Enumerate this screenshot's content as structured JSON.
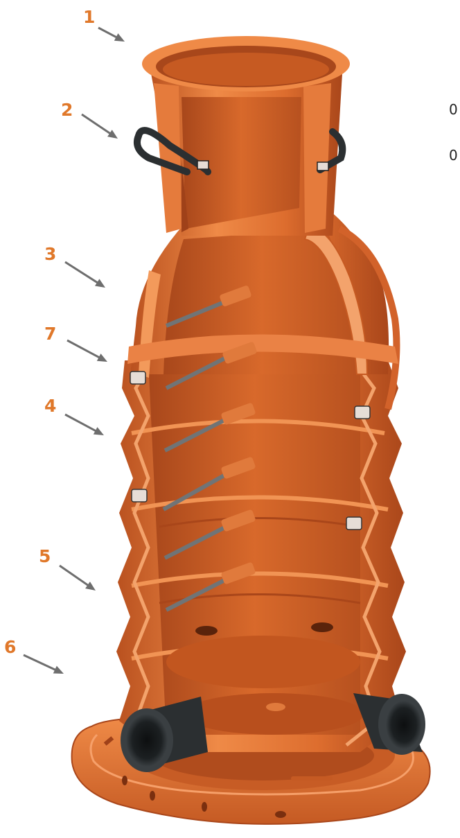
{
  "callouts": [
    {
      "label": "1",
      "part": "neck-flange"
    },
    {
      "label": "2",
      "part": "clamp-ring"
    },
    {
      "label": "3",
      "part": "cone-section"
    },
    {
      "label": "7",
      "part": "seal-joint"
    },
    {
      "label": "4",
      "part": "upper-ring"
    },
    {
      "label": "5",
      "part": "lower-ring"
    },
    {
      "label": "6",
      "part": "base"
    }
  ],
  "edge_text": {
    "glyph_a": "0",
    "glyph_b": "0"
  },
  "colors": {
    "label": "#e0782a",
    "arrow": "#6e6e6e",
    "body": "#d9692c",
    "body_light": "#ef8a47",
    "body_dark": "#a9461a",
    "interior": "#c65a22",
    "rubber": "#2b2f31",
    "rod": "#707476"
  },
  "icons": [
    "callout-arrow"
  ]
}
